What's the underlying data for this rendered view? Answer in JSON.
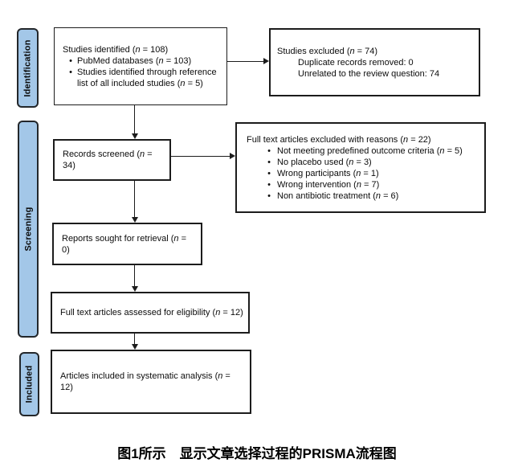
{
  "stages": {
    "identification": "Identification",
    "screening": "Screening",
    "included": "Included"
  },
  "boxes": {
    "studies_identified": {
      "title": "Studies identified (n = 108)",
      "bullets": [
        "PubMed databases (n = 103)",
        "Studies identified through reference list of all included studies (n = 5)"
      ]
    },
    "studies_excluded": {
      "title": "Studies excluded (n = 74)",
      "lines": [
        "Duplicate records removed: 0",
        "Unrelated to the review question: 74"
      ]
    },
    "records_screened": {
      "title": "Records screened (n = 34)"
    },
    "fulltext_excluded": {
      "title": "Full text articles excluded with reasons (n = 22)",
      "bullets": [
        "Not meeting predefined outcome criteria (n = 5)",
        "No placebo used (n = 3)",
        "Wrong participants (n = 1)",
        "Wrong intervention (n = 7)",
        "Non antibiotic treatment (n = 6)"
      ]
    },
    "reports_sought": {
      "title": "Reports sought for retrieval (n = 0)"
    },
    "fulltext_assessed": {
      "title": "Full text articles assessed for eligibility (n = 12)"
    },
    "articles_included": {
      "title": "Articles included in systematic analysis (n = 12)"
    }
  },
  "bullet_glyph": "•",
  "caption": "图1所示　显示文章选择过程的PRISMA流程图",
  "colors": {
    "stage_fill": "#a3c7e8",
    "stage_border": "#23272b",
    "box_border": "#1c1c1c",
    "arrow": "#1c1c1c",
    "background": "#ffffff"
  }
}
